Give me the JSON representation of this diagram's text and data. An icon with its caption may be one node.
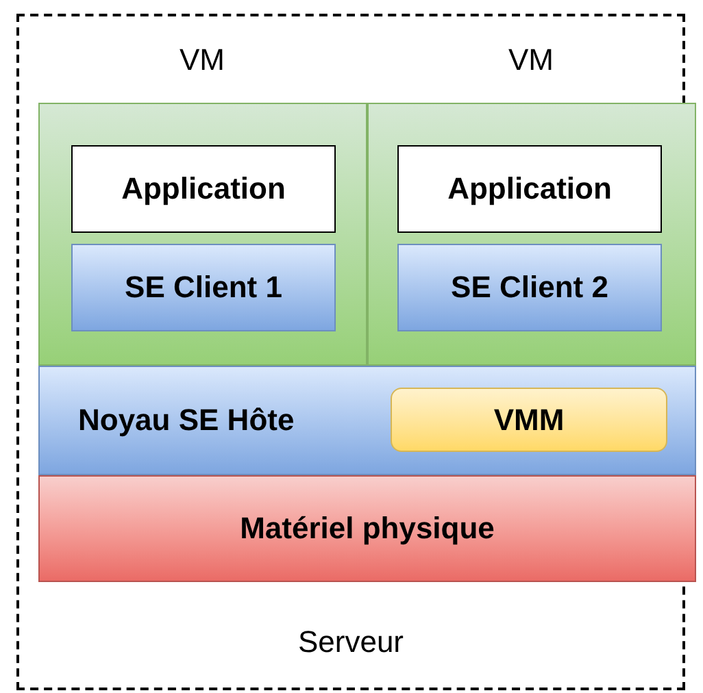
{
  "diagram": {
    "nodes": [
      {
        "text": [
          "Serveur"
        ]
      },
      {
        "text": [
          "VM"
        ],
        "in": 0
      },
      {
        "text": [
          "Application"
        ],
        "in": 1
      },
      {
        "text": [
          "SE Client 1"
        ],
        "in": 1
      },
      {
        "text": [
          "VM"
        ],
        "in": 0
      },
      {
        "text": [
          "Application"
        ],
        "in": 4
      },
      {
        "text": [
          "SE Client 2"
        ],
        "in": 4
      },
      {
        "text": [
          "Noyau SE Hôte"
        ],
        "in": 0
      },
      {
        "text": [
          "VMM"
        ],
        "in": 7
      },
      {
        "text": [
          "Matériel physique"
        ],
        "in": 0
      }
    ]
  }
}
